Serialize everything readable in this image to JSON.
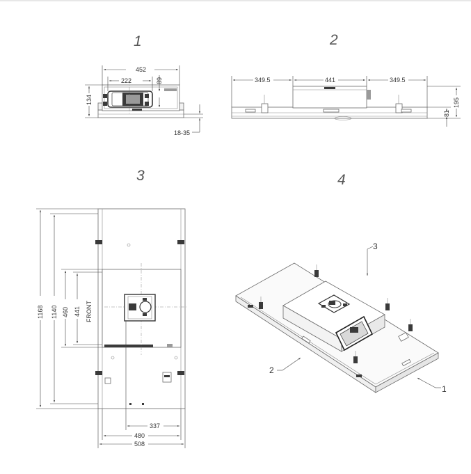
{
  "views": [
    {
      "id": "1",
      "label": "1"
    },
    {
      "id": "2",
      "label": "2"
    },
    {
      "id": "3",
      "label": "3"
    },
    {
      "id": "4",
      "label": "4"
    }
  ],
  "view1": {
    "width": "452",
    "duct_width": "222",
    "duct_height": "89",
    "height": "134",
    "adjust": "18-35"
  },
  "view2": {
    "left": "349.5",
    "center": "441",
    "right": "349.5",
    "height_small": "81",
    "height_total": "195"
  },
  "view3": {
    "overall_depth": "1168",
    "depth": "1140",
    "module_outer": "460",
    "module_inner": "441",
    "front": "FRONT",
    "offset": "337",
    "width_inner": "480",
    "width_outer": "508"
  },
  "view4": {
    "callout_1": "1",
    "callout_2": "2",
    "callout_3": "3"
  },
  "arrow_marker": {
    "color": "#444444"
  }
}
